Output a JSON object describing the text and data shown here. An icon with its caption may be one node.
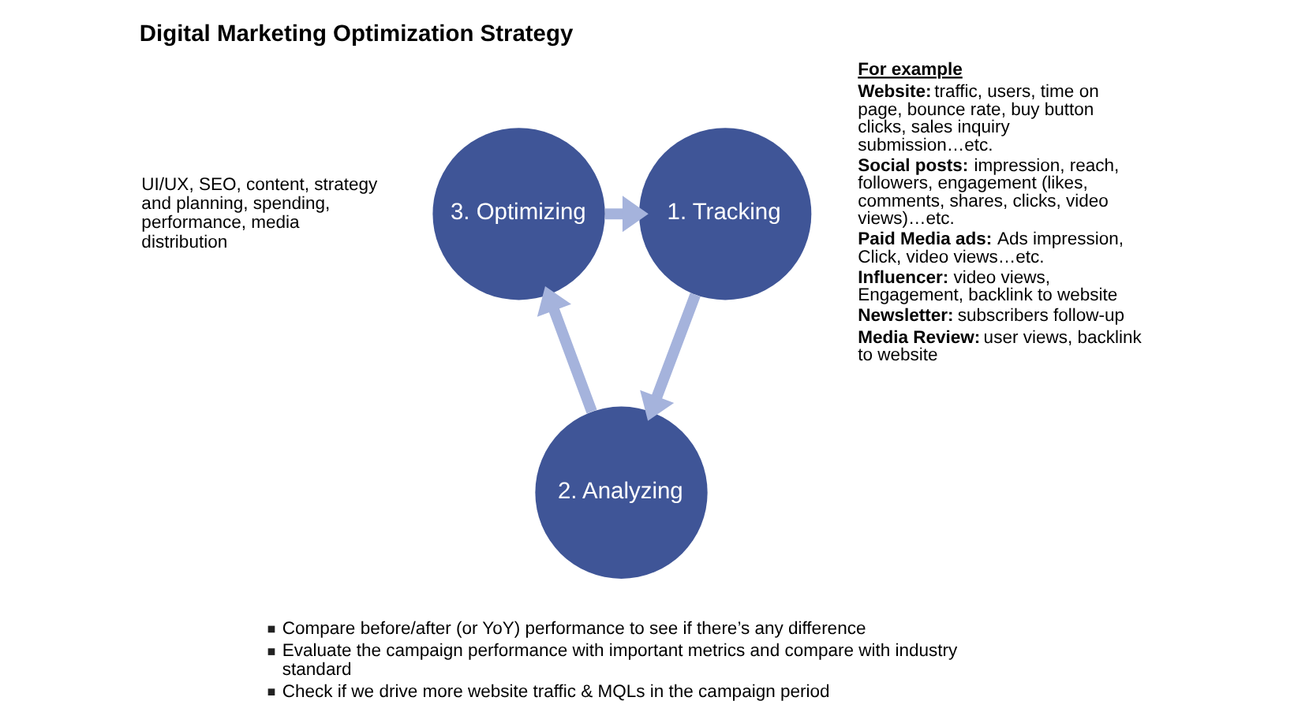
{
  "diagram": {
    "title": "Digital Marketing Optimization Strategy",
    "nodes": [
      {
        "text": [
          "1. Tracking"
        ],
        "beside": [
          "For example",
          "**Website:** traffic, users, time on page, bounce rate, buy button clicks, sales inquiry submission…etc.",
          "**Social posts:** impression, reach, followers, engagement (likes, comments, shares, clicks, video views)…etc.",
          "**Paid Media ads:** Ads impression, Click, video views…etc.",
          "**Influencer:** video views, Engagement, backlink to website",
          "**Newsletter:** subscribers follow-up",
          "**Media Review:** user views, backlink to website"
        ]
      },
      {
        "text": [
          "2. Analyzing"
        ],
        "beside": [
          "Compare before/after (or YoY) performance to see if there’s any difference",
          "Evaluate the campaign performance with important metrics and compare with industry standard",
          "Check if we drive more website traffic & MQLs in the campaign period"
        ]
      },
      {
        "text": [
          "3. Optimizing"
        ],
        "beside": [
          "UI/UX, SEO, content, strategy and planning, spending, performance, media distribution"
        ]
      }
    ],
    "edges": [
      {
        "from": 0,
        "to": 1,
        "arrow": "to"
      },
      {
        "from": 1,
        "to": 2,
        "arrow": "to"
      },
      {
        "from": 2,
        "to": 0,
        "arrow": "to"
      }
    ]
  }
}
